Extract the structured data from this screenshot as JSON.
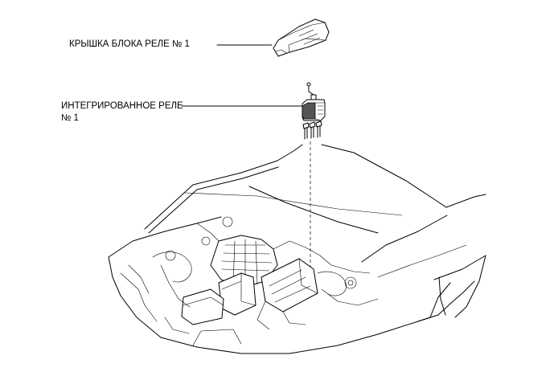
{
  "labels": {
    "cover": "КРЫШКА БЛОКА РЕЛЕ № 1",
    "relay_line1": "ИНТЕГРИРОВАННОЕ РЕЛЕ",
    "relay_line2": "№ 1"
  },
  "icons": {
    "cover_part": "relay-block-cover-icon",
    "relay_part": "integrated-relay-icon",
    "terminals": "relay-terminal-pins-icon",
    "vehicle": "car-engine-bay-icon"
  },
  "colors": {
    "line": "#000000",
    "background": "#ffffff"
  }
}
